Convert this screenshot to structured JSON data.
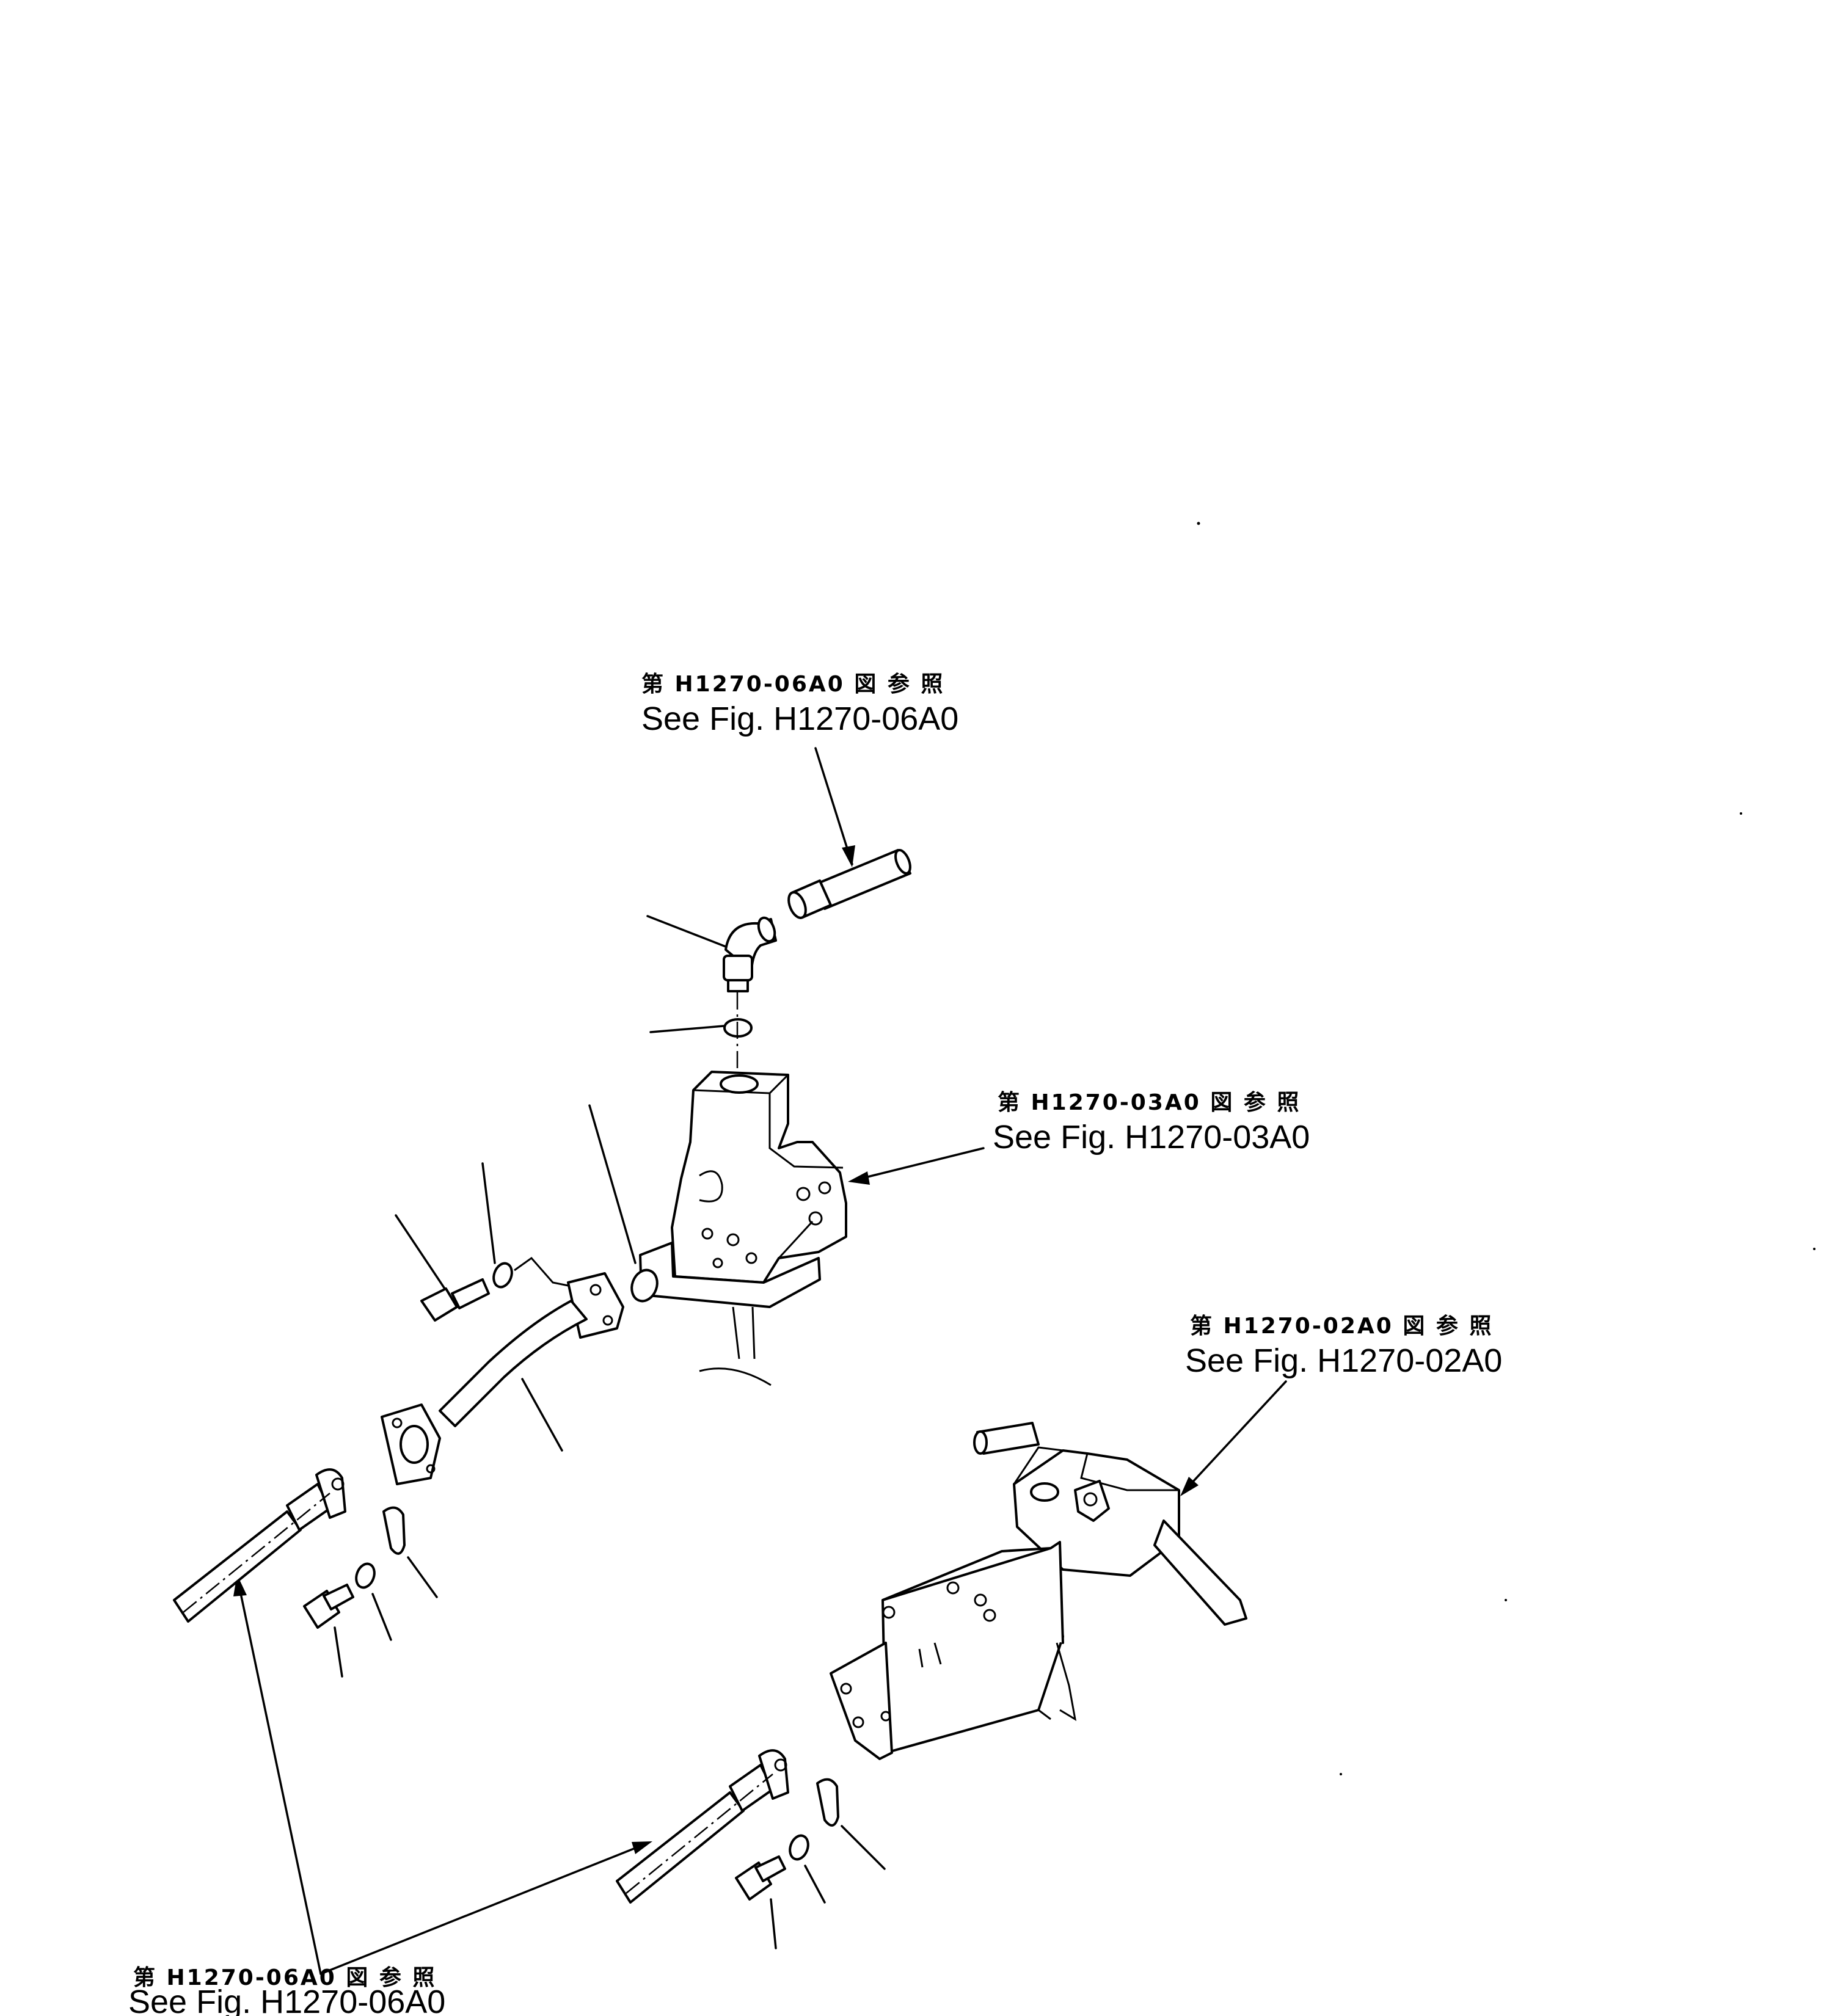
{
  "references": [
    {
      "id": "ref-top",
      "jp": "第 H1270-06A0 図 参 照",
      "en": "See Fig. H1270-06A0"
    },
    {
      "id": "ref-valve",
      "jp": "第 H1270-03A0 図 参 照",
      "en": "See Fig. H1270-03A0"
    },
    {
      "id": "ref-right",
      "jp": "第 H1270-02A0 図 参 照",
      "en": "See Fig. H1270-02A0"
    },
    {
      "id": "ref-bottom",
      "jp": "第 H1270-06A0 図 参 照",
      "en": "See Fig. H1270-06A0"
    }
  ]
}
